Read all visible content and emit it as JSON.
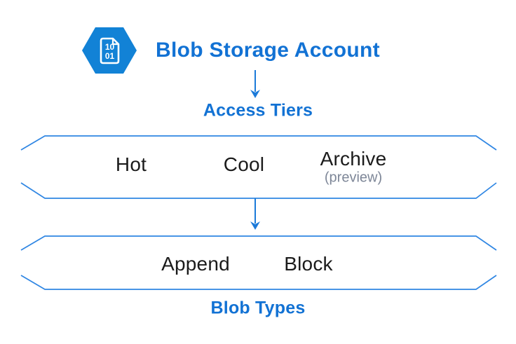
{
  "header": {
    "title": "Blob Storage Account",
    "icon": {
      "name": "binary-file-hexagon-icon",
      "line1": "10",
      "line2": "01"
    }
  },
  "access_tiers": {
    "label": "Access Tiers",
    "items": [
      {
        "name": "Hot",
        "note": ""
      },
      {
        "name": "Cool",
        "note": ""
      },
      {
        "name": "Archive",
        "note": "(preview)"
      }
    ]
  },
  "blob_types": {
    "label": "Blob Types",
    "items": [
      {
        "name": "Append"
      },
      {
        "name": "Block"
      }
    ]
  },
  "colors": {
    "accent_blue": "#1272d4",
    "band_border_blue": "#2f86e3",
    "arrow_blue": "#1b7ad9",
    "icon_hexagon_blue": "#1282d6",
    "item_text_black": "#1b1b1b",
    "preview_gray": "#7e8798",
    "background": "#ffffff"
  }
}
